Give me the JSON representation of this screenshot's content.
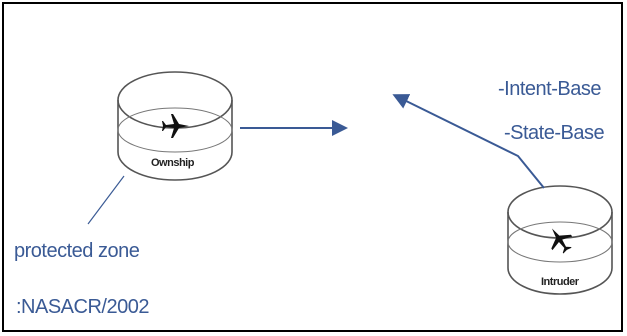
{
  "labels": {
    "intent_base": "-Intent-Base",
    "state_base": "-State-Base",
    "protected_zone": "protected  zone",
    "citation": ":NASACR/2002",
    "ownship": "Ownship",
    "intruder": "Intruder"
  },
  "icons": {
    "ownship": "airplane-icon",
    "intruder": "airplane-icon"
  },
  "colors": {
    "text": "#3a5a95",
    "line": "#3a5a95",
    "outline": "#444444",
    "frame": "#000000"
  }
}
